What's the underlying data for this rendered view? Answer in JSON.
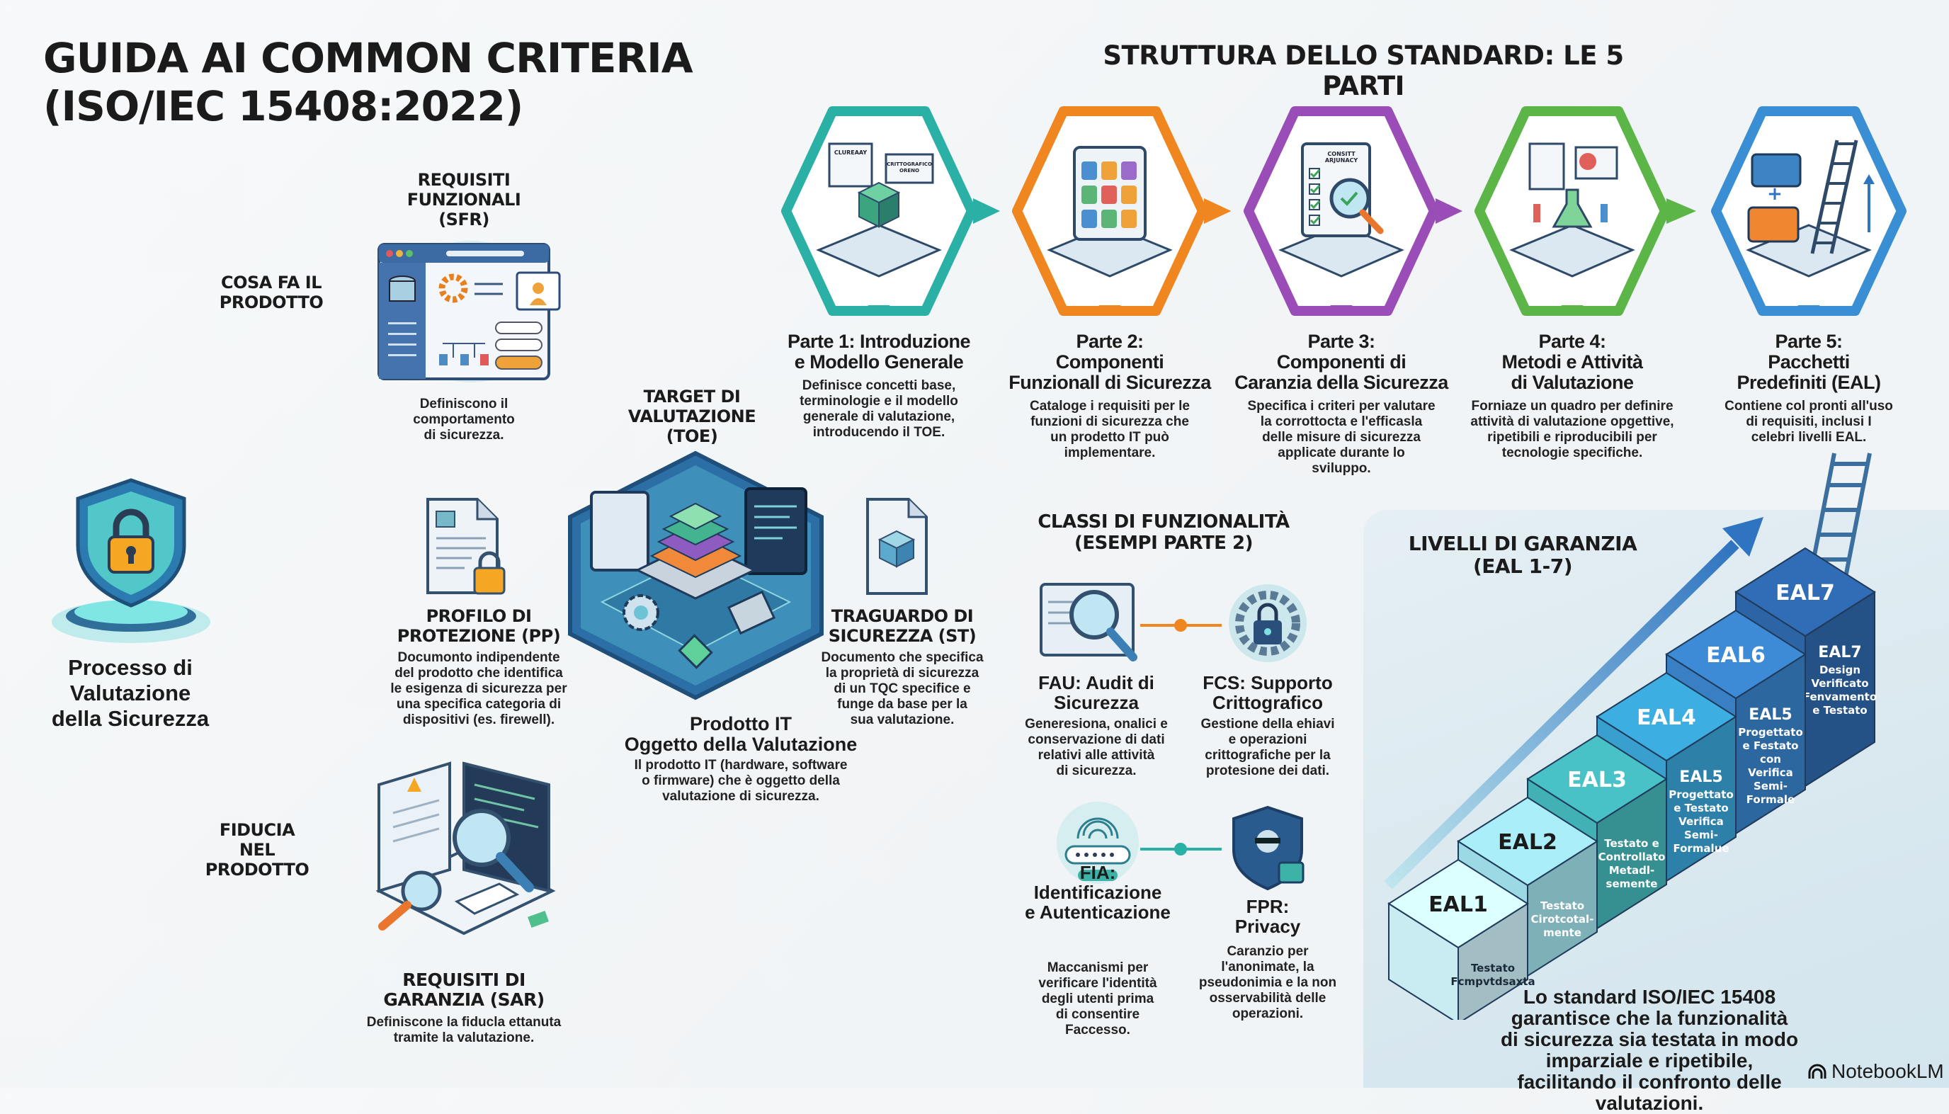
{
  "title": {
    "line1": "GUIDA AI COMMON CRITERIA",
    "line2": "(ISO/IEC 15408:2022)"
  },
  "structure": {
    "heading": "STRUTTURA DELLO STANDARD: LE 5 PARTI",
    "parts": [
      {
        "title": "Parte 1: Introduzione\ne Modello Generale",
        "desc": "Definisce concetti base,\nterminologie e il modello\ngenerale di valutazione,\nintroducendo il TOE.",
        "color": "#2bb0a6",
        "icon": "cube-platform-icon",
        "icon_labels": [
          "CLUREAAY",
          "CRITTOGRAFICO\nORENO"
        ]
      },
      {
        "title": "Parte 2:\nComponenti\nFunzionall di Sicurezza",
        "desc": "Cataloge i requisiti per le\nfunzioni di sicurezza che\nun prodetto IT può\nimplementare.",
        "color": "#f0861f",
        "icon": "catalog-grid-icon"
      },
      {
        "title": "Parte 3:\nComponenti di\nCaranzia della Sicurezza",
        "desc": "Specifica i criteri per valutare\nla corrottocta e l'efficasla\ndelle misure di sicurezza\napplicate durante lo\nsviluppo.",
        "color": "#9a4db6",
        "icon": "checklist-magnifier-icon",
        "icon_labels": [
          "CONSITT\nARJUNACY"
        ]
      },
      {
        "title": "Parte 4:\nMetodi e Attività\ndi Valutazione",
        "desc": "Forniaze un quadro per definire\nattività di valutazione opgettive,\nripetibili e riproducibili per\ntecnologie specifiche.",
        "color": "#5bb547",
        "icon": "lab-flask-icon"
      },
      {
        "title": "Parte 5:\nPacchetti\nPredefiniti (EAL)",
        "desc": "Contiene col pronti all'uso\ndi requisiti, inclusi I\ncelebri livelli EAL.",
        "color": "#3a8ed4",
        "icon": "toolbox-ladder-icon"
      }
    ]
  },
  "process": {
    "label": "Processo di\nValutazione\ndella Sicurezza"
  },
  "sfr": {
    "side_label": "COSA FA IL\nPRODOTTO",
    "title": "REQUISITI\nFUNZIONALI\n(SFR)",
    "desc": "Definiscono il\ncomportamento\ndi sicurezza."
  },
  "toe": {
    "title": "TARGET DI\nVALUTAZIONE\n(TOE)",
    "product_title": "Prodotto IT\nOggetto della Valutazione",
    "product_desc": "Il prodotto IT (hardware, software\no firmware) che è oggetto della\nvalutazione di sicurezza."
  },
  "pp": {
    "title": "PROFILO DI\nPROTEZIONE (PP)",
    "desc": "Documonto indipendente\ndel prodotto che identifica\nle esigenza di sicurezza per\nuna specifica categoria di\ndispositivi (es. firewell)."
  },
  "st": {
    "title": "TRAGUARDO DI\nSICUREZZA (ST)",
    "desc": "Documento che specifica\nla proprietà di sicurezza\ndi un TQC specifice e\nfunge da base per la\nsua valutazione."
  },
  "sar": {
    "side_label": "FIDUCIA\nNEL\nPRODOTTO",
    "title": "REQUISITI DI\nGARANZIA (SAR)",
    "desc": "Definiscone la fiducla ettanuta\ntramite la valutazione."
  },
  "classes": {
    "heading": "CLASSI DI FUNZIONALITÀ\n(ESEMPI PARTE 2)",
    "items": [
      {
        "title": "FAU: Audit di\nSicurezza",
        "desc": "Generesiona, onalici e\nconservazione di dati\nrelativi alle attività\ndi sicurezza.",
        "icon": "audit-magnifier-icon"
      },
      {
        "title": "FCS: Supporto\nCrittografico",
        "desc": "Gestione della ehiavi\ne operazioni\ncrittografiche per la\nprotesione dei dati.",
        "icon": "crypto-lock-gear-icon"
      },
      {
        "title": "FIA:\nIdentificazione\ne Autenticazione",
        "desc": "Maccanismi per\nverificare l'identità\ndegli utenti prima\ndi consentire\nFaccesso.",
        "icon": "fingerprint-icon"
      },
      {
        "title": "FPR:\nPrivacy",
        "desc": "Caranzio per\nl'anonimate, la\npseudonimia e la non\nosservabilità delle\noperazioni.",
        "icon": "incognito-shield-icon"
      }
    ],
    "connector_colors": [
      "#f0861f",
      "#2bb0a6"
    ]
  },
  "eal": {
    "heading": "LIVELLI DI GARANZIA\n(EAL 1-7)",
    "steps": [
      {
        "top": "EAL1",
        "face": "Testato\nFcmpvtdsaxta",
        "color": "#bfe0e6"
      },
      {
        "top": "EAL2",
        "face": "Testato\nCirotcotal-\nmente",
        "color": "#94cfd9"
      },
      {
        "top": "EAL3",
        "face": "Testato e\nControllato\nMetadl-\nsemente",
        "color": "#3fa9ac"
      },
      {
        "top": "EAL4",
        "face": "EAL5\nProgettato\ne Testato\nVerifica\nSemi-\nFormalue",
        "color": "#3597c4"
      },
      {
        "top": "EAL6",
        "face": "EAL5\nProgettato\ne Festato\ncon\nVerifica\nSemi-\nFormale",
        "color": "#3579bb"
      },
      {
        "top": "EAL7",
        "face": "EAL7\nDesign\nVerificato\nFenvamento\ne Testato",
        "color": "#2a5f9e"
      }
    ],
    "summary": "Lo standard ISO/IEC 15408 garantisce che la funzionalità\ndi sicurezza sia testata in modo imparziale e ripetibile,\nfacilitando il confronto delle valutazioni."
  },
  "branding": {
    "label": "NotebookLM"
  }
}
